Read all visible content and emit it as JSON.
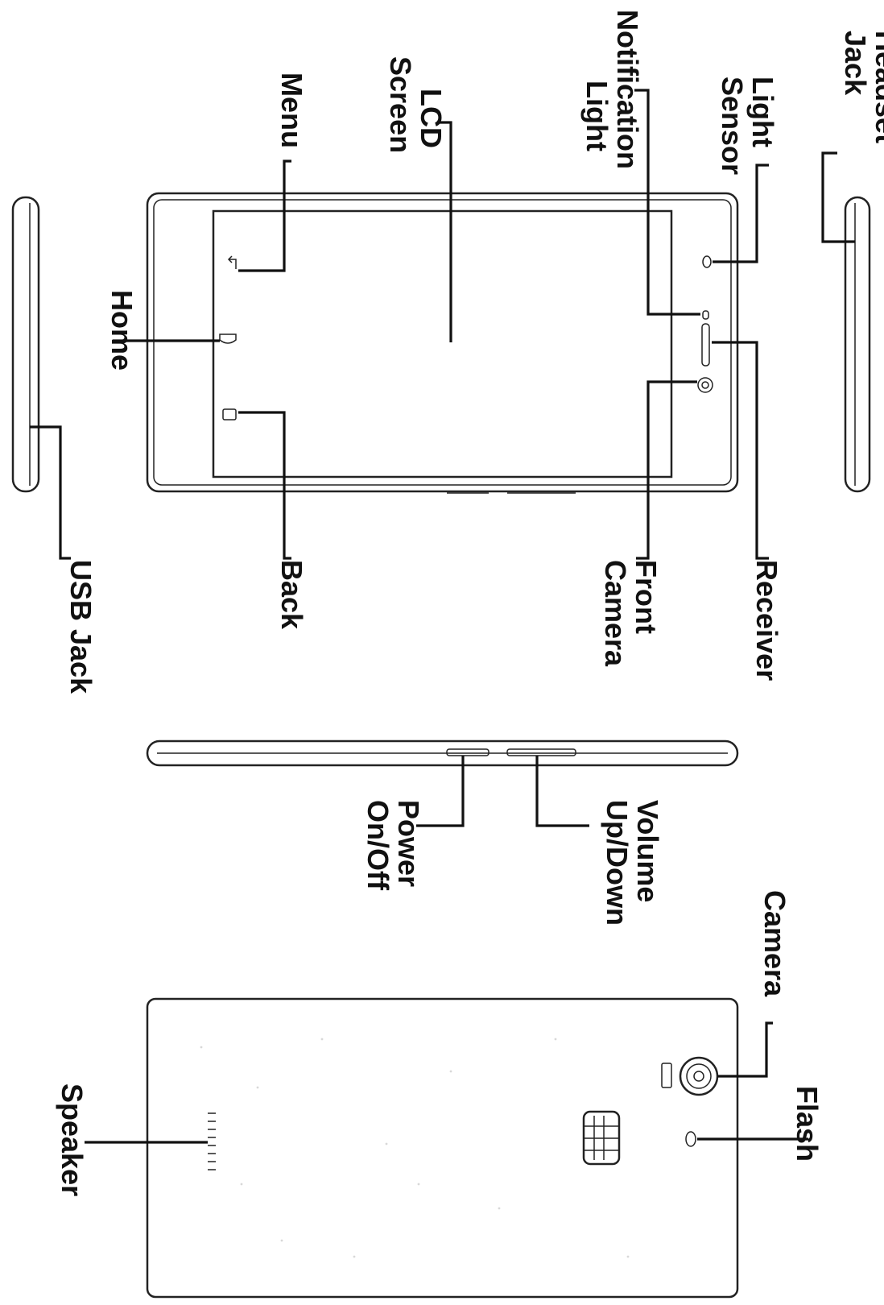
{
  "labels": {
    "headset_jack": [
      "Headset",
      "Jack"
    ],
    "light_sensor": [
      "Light",
      "Sensor"
    ],
    "notification_light": [
      "Notification",
      "Light"
    ],
    "lcd_screen": [
      "LCD",
      "Screen"
    ],
    "menu": "Menu",
    "home": "Home",
    "back": "Back",
    "front_camera": [
      "Front",
      "Camera"
    ],
    "receiver": "Receiver",
    "usb_jack": "USB Jack",
    "power": [
      "Power",
      "On/Off"
    ],
    "volume": [
      "Volume",
      "Up/Down"
    ],
    "camera": "Camera",
    "flash": "Flash",
    "speaker": "Speaker"
  },
  "icons": {
    "menu": "menu-key-icon",
    "home": "home-key-icon",
    "back": "back-key-icon",
    "brand_logo": "fist-logo-icon"
  },
  "colors": {
    "ink": "#111111",
    "background": "#ffffff"
  }
}
